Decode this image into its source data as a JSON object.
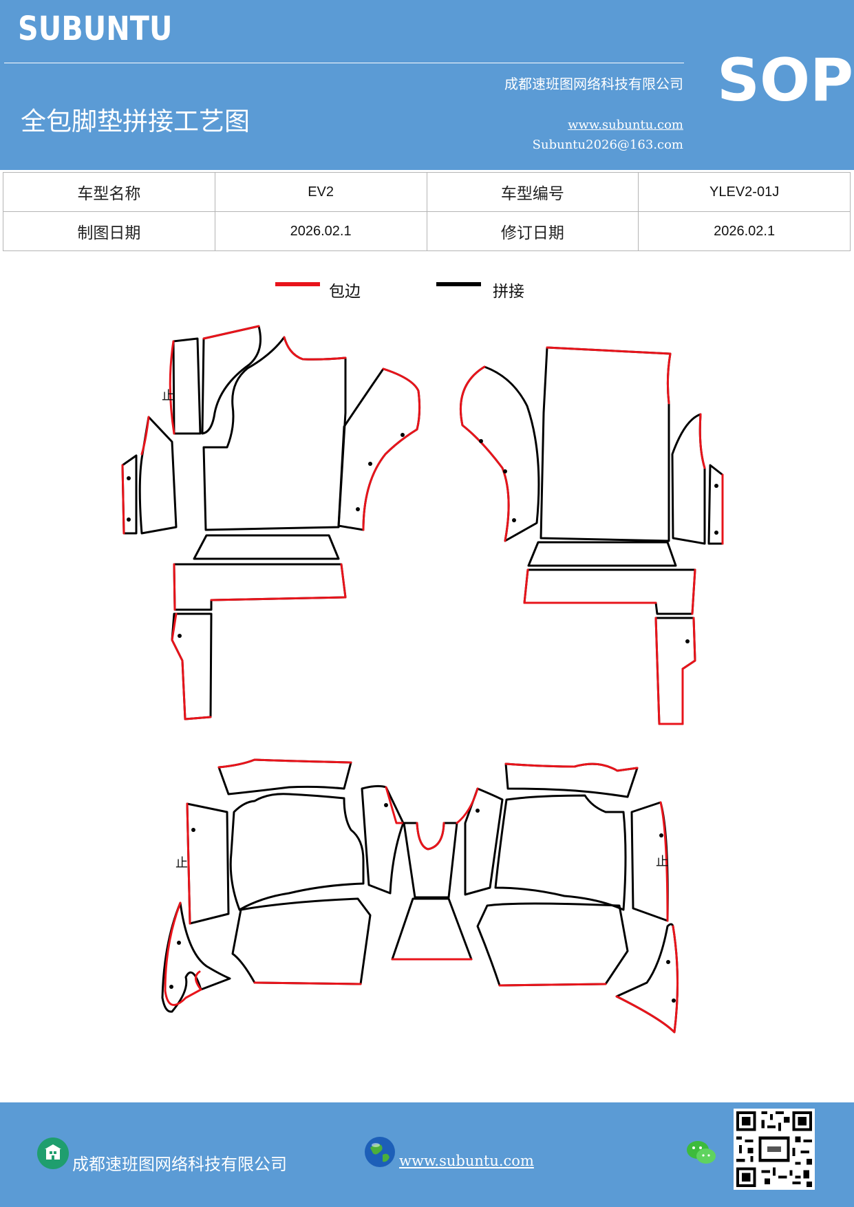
{
  "header": {
    "brand": "SUBUNTU",
    "company": "成都速班图网络科技有限公司",
    "title": "全包脚垫拼接工艺图",
    "website": "www.subuntu.com",
    "email": "Subuntu2026@163.com",
    "doc_type": "SOP"
  },
  "info_table": {
    "model_name_label": "车型名称",
    "model_name": "EV2",
    "model_code_label": "车型编号",
    "model_code": "YLEV2-01J",
    "draw_date_label": "制图日期",
    "draw_date": "2026.02.1",
    "revise_date_label": "修订日期",
    "revise_date": "2026.02.1"
  },
  "legend": {
    "edge_label": "包边",
    "edge_color": "#e8141b",
    "splice_label": "拼接",
    "splice_color": "#000000"
  },
  "drawing": {
    "stop_marks": [
      "止",
      "止",
      "止"
    ]
  },
  "footer": {
    "company": "成都速班图网络科技有限公司",
    "website": "www.subuntu.com ",
    "building_icon": "building-icon",
    "globe_icon": "globe-icon",
    "wechat_icon": "wechat-icon",
    "qr_code": "qr-code"
  }
}
